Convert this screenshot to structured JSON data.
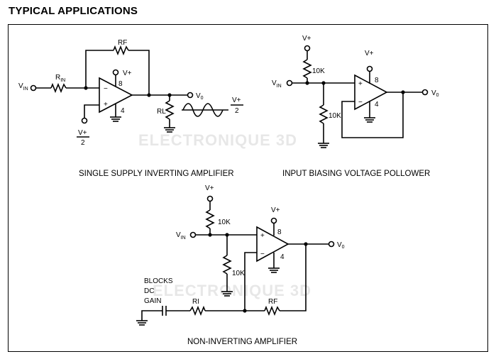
{
  "title": "TYPICAL APPLICATIONS",
  "watermark": "ELECTRONIQUE 3D",
  "inverting": {
    "caption": "SINGLE SUPPLY INVERTING AMPLIFIER",
    "vin": "V",
    "vin_sub": "IN",
    "rin": "R",
    "rin_sub": "IN",
    "rf": "RF",
    "rl": "RL",
    "vplus": "V+",
    "pin8": "8",
    "pin4": "4",
    "bias_num": "V+",
    "bias_den": "2",
    "vo": "V",
    "vo_sub": "0",
    "wave_num": "V+",
    "wave_den": "2"
  },
  "follower": {
    "caption": "INPUT BIASING VOLTAGE POLLOWER",
    "vplus_top": "V+",
    "r_top": "10K",
    "r_bot": "10K",
    "vin": "V",
    "vin_sub": "IN",
    "vplus": "V+",
    "pin8": "8",
    "pin4": "4",
    "vo": "V",
    "vo_sub": "0"
  },
  "noninverting": {
    "caption": "NON-INVERTING AMPLIFIER",
    "vplus_top": "V+",
    "r_top": "10K",
    "r_bot": "10K",
    "vin": "V",
    "vin_sub": "IN",
    "vplus": "V+",
    "pin8": "8",
    "pin4": "4",
    "vo": "V",
    "vo_sub": "0",
    "note_lines": [
      "BLOCKS",
      "DC",
      "GAIN"
    ],
    "ri": "RI",
    "rf": "RF"
  },
  "opamp_symbols": {
    "minus": "−",
    "plus": "+"
  }
}
